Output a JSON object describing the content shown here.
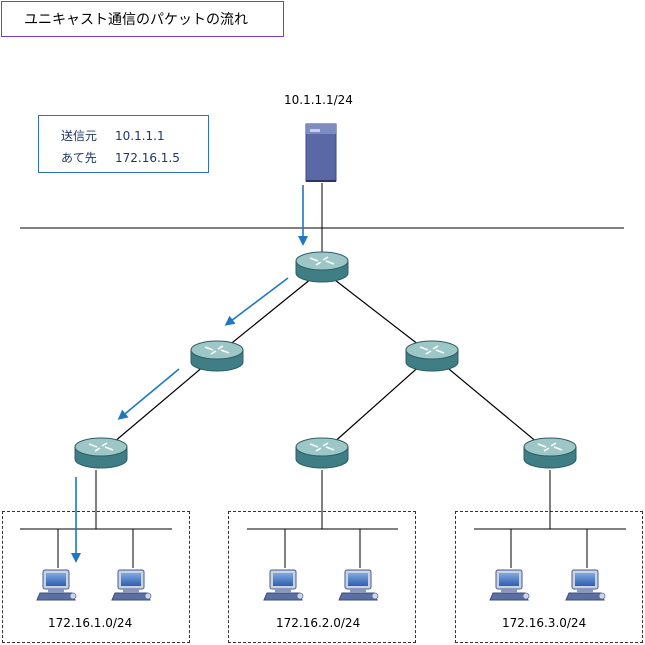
{
  "title": "ユニキャスト通信のパケットの流れ",
  "info": {
    "src_label": "送信元",
    "src_value": "10.1.1.1",
    "dst_label": "あて先",
    "dst_value": "172.16.1.5"
  },
  "server": {
    "address": "10.1.1.1/24"
  },
  "subnets": [
    {
      "name": "172.16.1.0/24"
    },
    {
      "name": "172.16.2.0/24"
    },
    {
      "name": "172.16.3.0/24"
    }
  ],
  "colors": {
    "arrow": "#1f77c4",
    "line": "#000000",
    "router_body": "#4b8a8e",
    "router_top": "#9cc7c6",
    "server": "#5a69a6",
    "title_border": "#7f3fbf",
    "info_border": "#2e75b6"
  },
  "icons": [
    "router-icon",
    "server-icon",
    "pc-icon"
  ]
}
